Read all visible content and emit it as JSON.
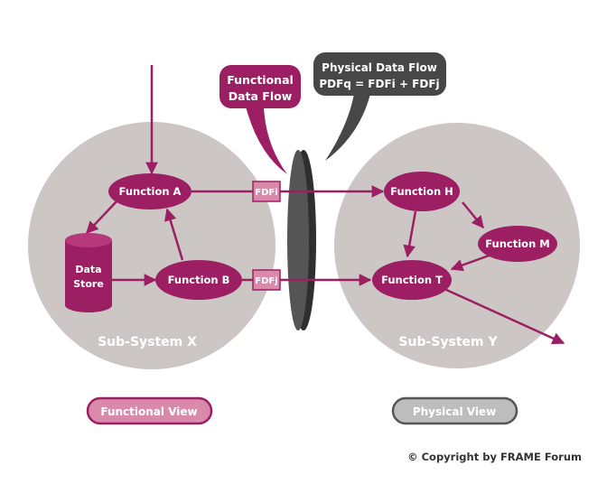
{
  "subsystems": {
    "x_label": "Sub-System X",
    "y_label": "Sub-System Y"
  },
  "functions": {
    "a": "Function A",
    "b": "Function B",
    "h": "Function H",
    "m": "Function M",
    "t": "Function T"
  },
  "data_store": {
    "line1": "Data",
    "line2": "Store"
  },
  "flows": {
    "fdfi": "FDFi",
    "fdfj": "FDFj"
  },
  "callouts": {
    "functional_line1": "Functional",
    "functional_line2": "Data Flow",
    "physical_line1": "Physical Data Flow",
    "physical_line2": "PDFq = FDFi + FDFj"
  },
  "views": {
    "functional": "Functional View",
    "physical": "Physical View"
  },
  "copyright": "© Copyright by FRAME Forum",
  "colors": {
    "function_fill": "#9c1f63",
    "subsystem_fill": "#ccc7c5",
    "interface_fill": "#4b4b4b",
    "flow_box_fill": "#d98aaa",
    "functional_view_fill": "#d98aaa",
    "physical_view_fill": "#bdbdbd",
    "physical_callout_fill": "#474747"
  }
}
